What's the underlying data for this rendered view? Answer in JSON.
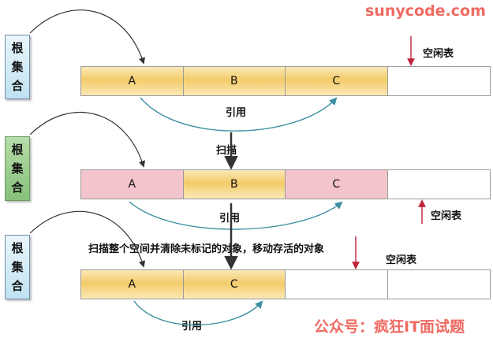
{
  "watermark_top": "sunycode.com",
  "watermark_bottom": "公众号：疯狂IT面试题",
  "rows": [
    {
      "root": [
        "根",
        "集",
        "合"
      ],
      "cells": [
        {
          "label": "A",
          "state": "live"
        },
        {
          "label": "B",
          "state": "live"
        },
        {
          "label": "C",
          "state": "live"
        },
        {
          "label": "",
          "state": "empty"
        }
      ],
      "ref_label": "引用",
      "free_label": "空闲表"
    },
    {
      "root": [
        "根",
        "集",
        "合"
      ],
      "cells": [
        {
          "label": "A",
          "state": "dead"
        },
        {
          "label": "B",
          "state": "live"
        },
        {
          "label": "C",
          "state": "dead"
        },
        {
          "label": "",
          "state": "empty"
        }
      ],
      "ref_label": "引用",
      "free_label": "空闲表"
    },
    {
      "root": [
        "根",
        "集",
        "合"
      ],
      "cells": [
        {
          "label": "A",
          "state": "live"
        },
        {
          "label": "C",
          "state": "live"
        },
        {
          "label": "",
          "state": "empty"
        },
        {
          "label": "",
          "state": "empty"
        }
      ],
      "ref_label": "引用",
      "free_label": "空闲表"
    }
  ],
  "step1_label": "扫描",
  "step2_label": "扫描整个空间并清除未标记的对象，移动存活的对象",
  "colors": {
    "live": "#f3cc6a",
    "dead": "#f4c4cc",
    "ref_arrow": "#3a8fa0",
    "free_arrow": "#c0243a",
    "step_arrow": "#333333"
  }
}
